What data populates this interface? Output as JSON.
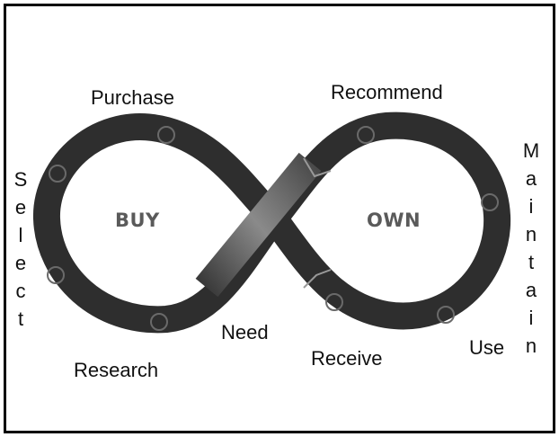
{
  "diagram": {
    "loop_left_label": "BUY",
    "loop_right_label": "OWN",
    "labels": {
      "purchase": "Purchase",
      "recommend": "Recommend",
      "need": "Need",
      "research": "Research",
      "receive": "Receive",
      "use": "Use"
    },
    "vertical_left": [
      "S",
      "e",
      "l",
      "e",
      "c",
      "t"
    ],
    "vertical_right": [
      "M",
      "a",
      "i",
      "n",
      "t",
      "a",
      "i",
      "n"
    ]
  },
  "colors": {
    "band": "#2e2e2e",
    "band_highlight": "#555555",
    "ring": "#6a6a6a",
    "text": "#111111",
    "inner_text": "#5a5a5a"
  }
}
